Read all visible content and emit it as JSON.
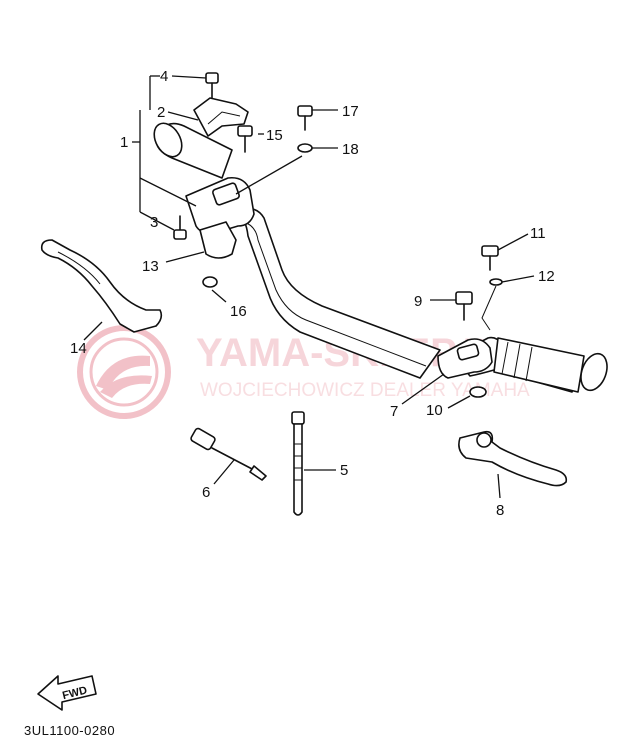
{
  "watermark": {
    "title": "YAMA-SKLEP.PL",
    "subtitle": "WOJCIECHOWICZ DEALER YAMAHA",
    "color": "#e8909c"
  },
  "parts": [
    {
      "number": "1"
    },
    {
      "number": "2"
    },
    {
      "number": "3"
    },
    {
      "number": "4"
    },
    {
      "number": "5"
    },
    {
      "number": "6"
    },
    {
      "number": "7"
    },
    {
      "number": "8"
    },
    {
      "number": "9"
    },
    {
      "number": "10"
    },
    {
      "number": "11"
    },
    {
      "number": "12"
    },
    {
      "number": "13"
    },
    {
      "number": "14"
    },
    {
      "number": "15"
    },
    {
      "number": "16"
    },
    {
      "number": "17"
    },
    {
      "number": "18"
    }
  ],
  "fwd_label": "FWD",
  "drawing_code": "3UL1100-0280"
}
